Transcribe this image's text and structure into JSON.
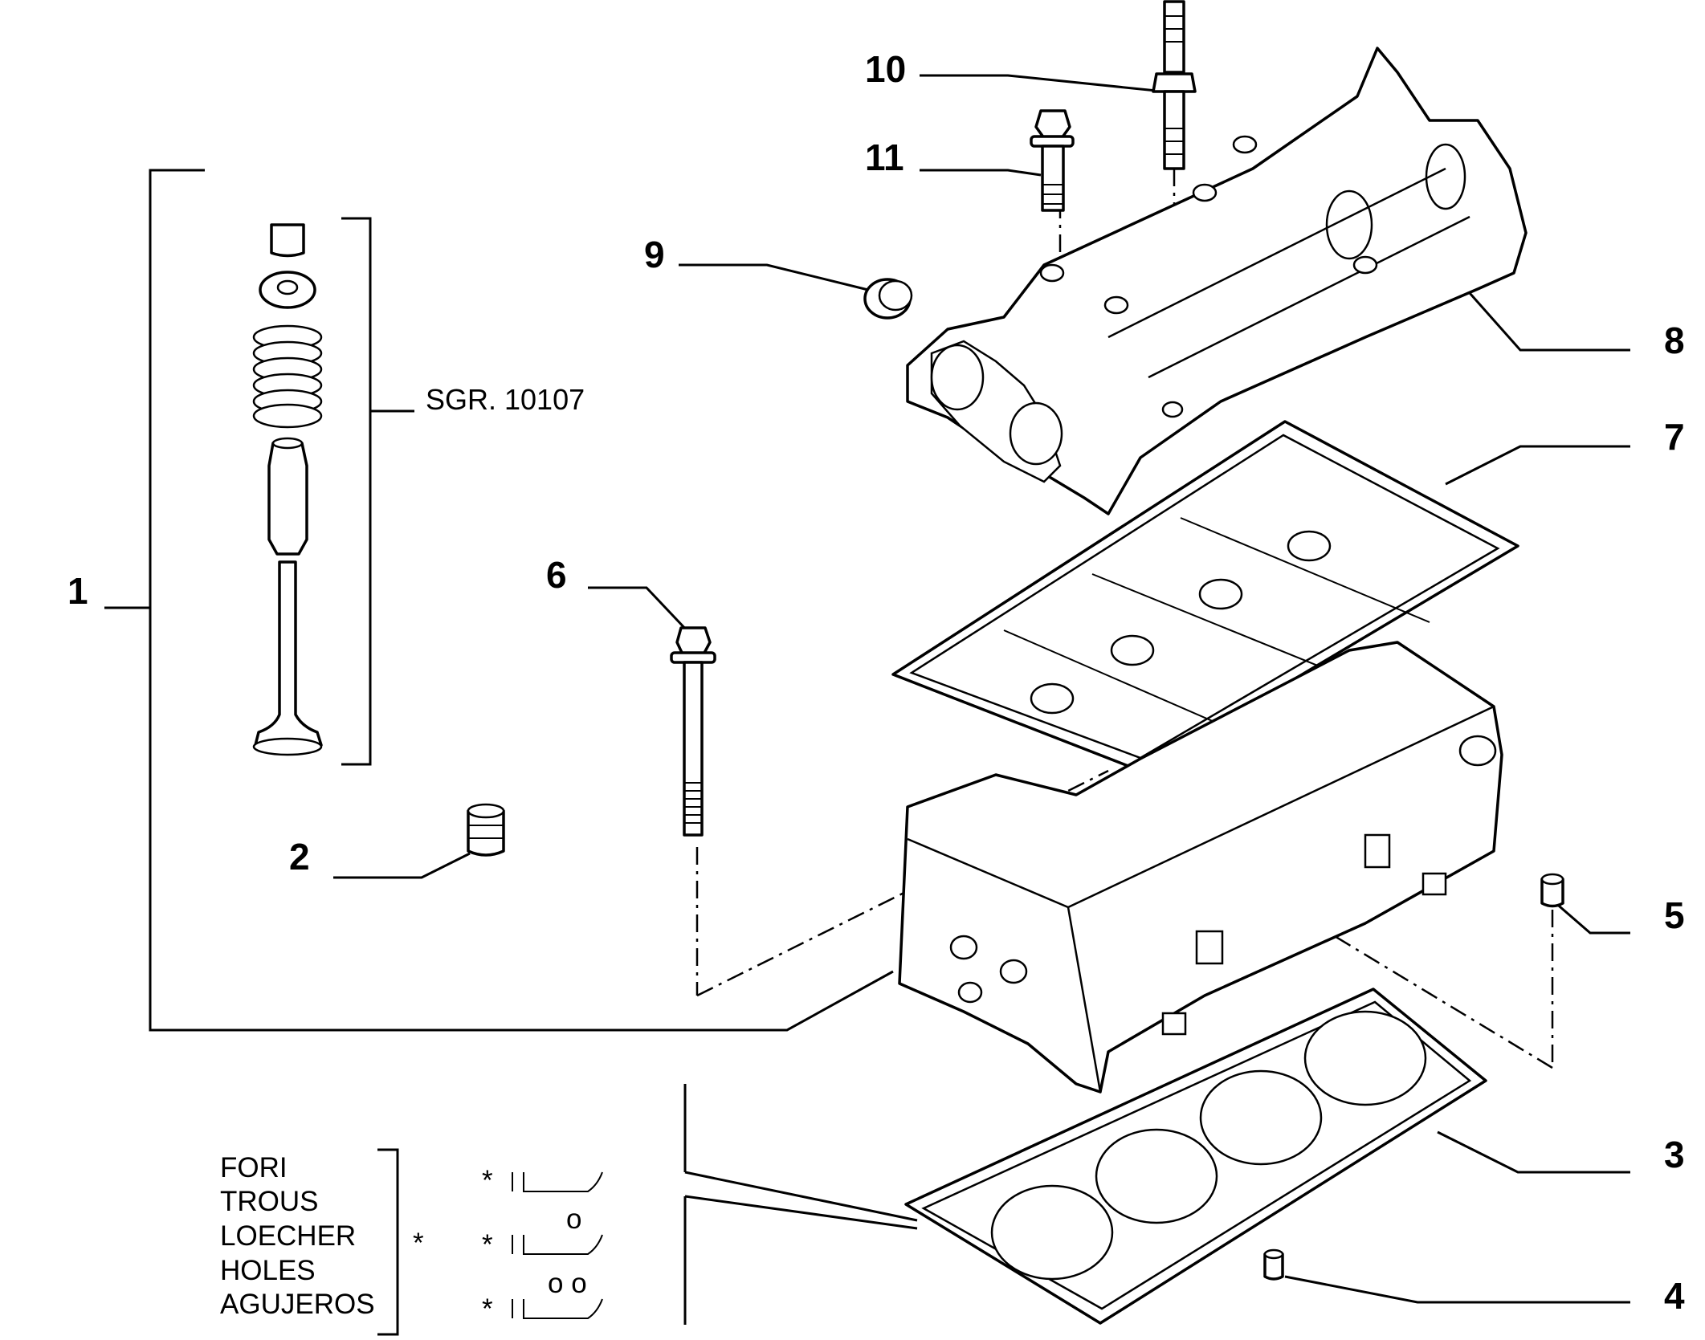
{
  "callouts": {
    "c1": "1",
    "c2": "2",
    "c3": "3",
    "c4": "4",
    "c5": "5",
    "c6": "6",
    "c7": "7",
    "c8": "8",
    "c9": "9",
    "c10": "10",
    "c11": "11"
  },
  "subgroup_ref": "SGR. 10107",
  "holes_legend": {
    "words": [
      "FORI",
      "TROUS",
      "LOECHER",
      "HOLES",
      "AGUJEROS"
    ],
    "asterisk": "*",
    "rows": [
      {
        "marker": "*",
        "holes": ""
      },
      {
        "marker": "*",
        "holes": "o"
      },
      {
        "marker": "*",
        "holes": "o o"
      }
    ]
  }
}
